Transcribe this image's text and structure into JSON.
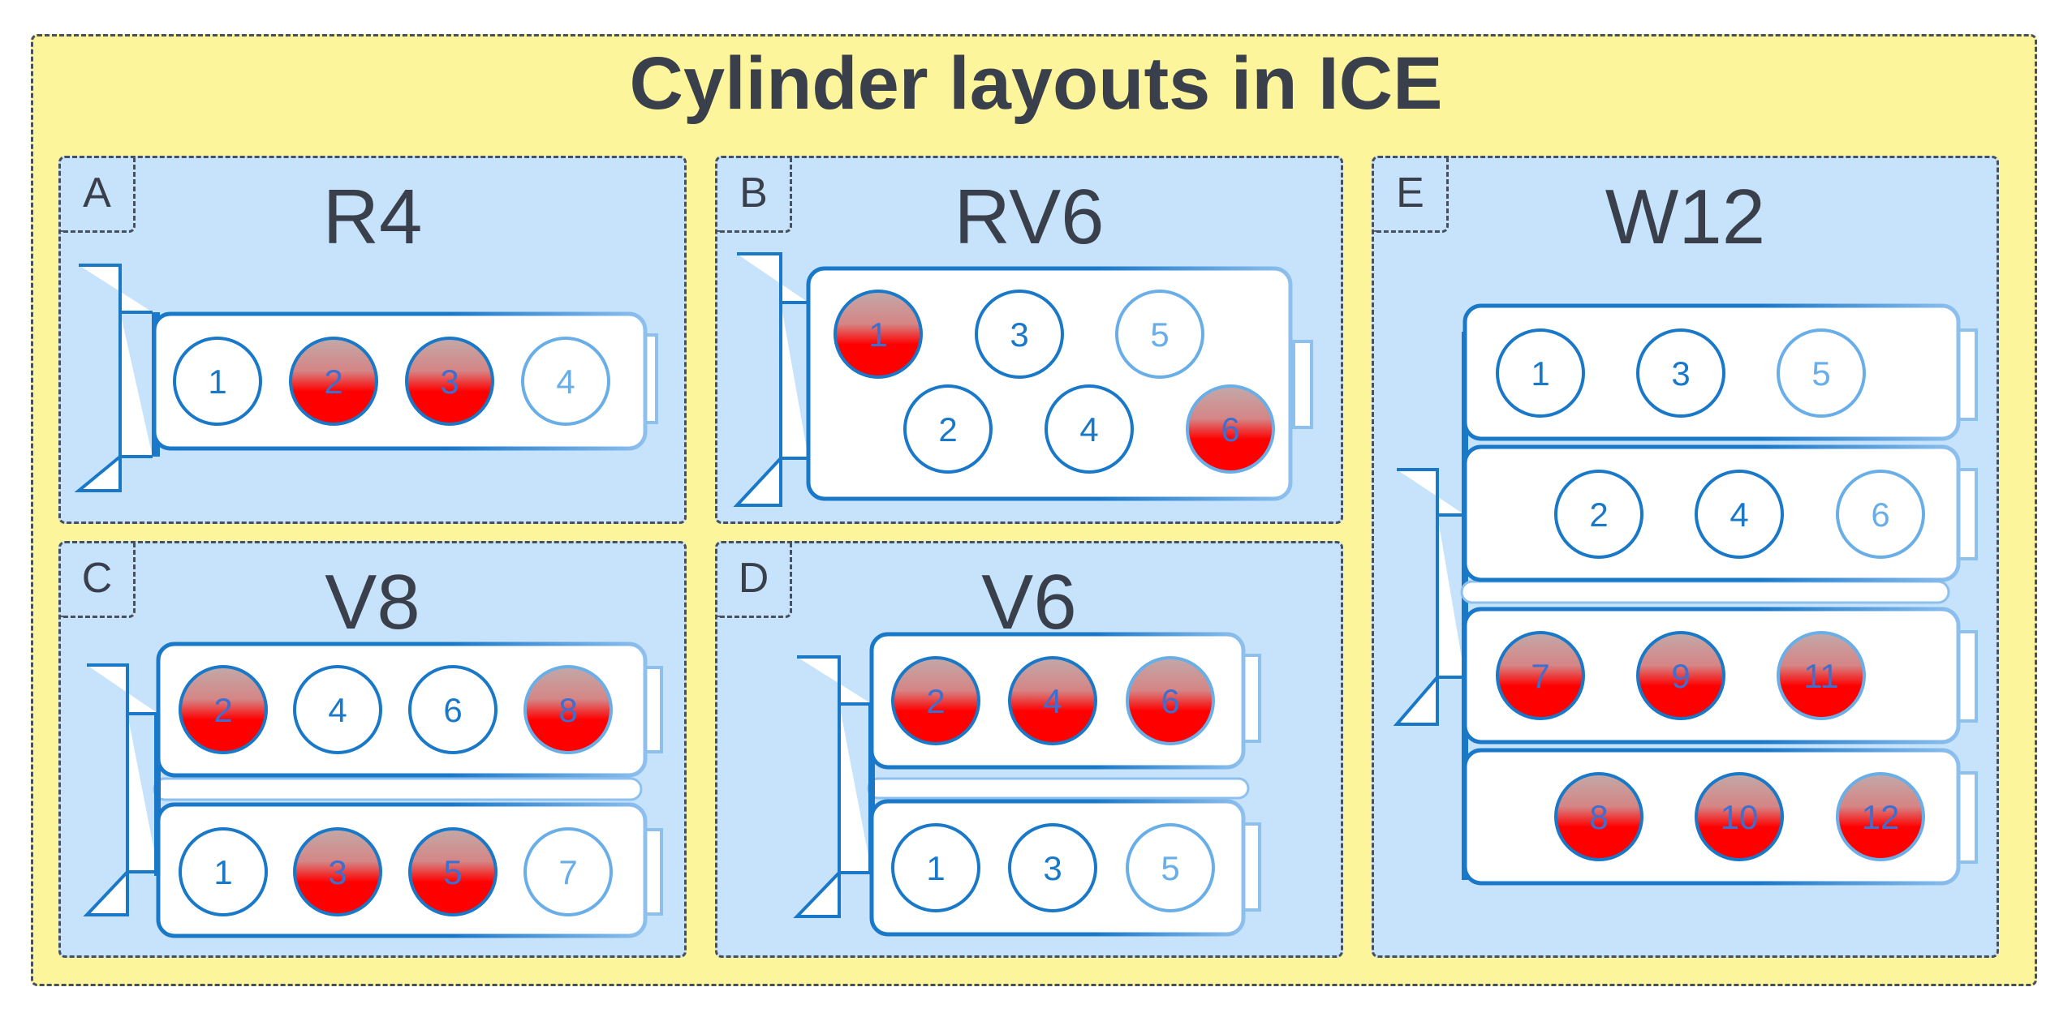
{
  "title": "Cylinder layouts in ICE",
  "colors": {
    "background": "#fdf59b",
    "panel": "#c7e3fb",
    "outline": "#1a78c8",
    "firing_cylinder": "#ff0000",
    "text": "#39404b"
  },
  "panels": [
    {
      "letter": "A",
      "name": "R4",
      "banks": [
        {
          "cylinders": [
            "1",
            "2",
            "3",
            "4"
          ]
        }
      ],
      "highlighted": [
        "2",
        "3"
      ]
    },
    {
      "letter": "B",
      "name": "RV6",
      "banks": [
        {
          "cylinders": [
            "1",
            "3",
            "5",
            "2",
            "4",
            "6"
          ]
        }
      ],
      "highlighted": [
        "1",
        "6"
      ]
    },
    {
      "letter": "C",
      "name": "V8",
      "banks": [
        {
          "cylinders": [
            "2",
            "4",
            "6",
            "8"
          ]
        },
        {
          "cylinders": [
            "1",
            "3",
            "5",
            "7"
          ]
        }
      ],
      "highlighted": [
        "2",
        "8",
        "3",
        "5"
      ]
    },
    {
      "letter": "D",
      "name": "V6",
      "banks": [
        {
          "cylinders": [
            "2",
            "4",
            "6"
          ]
        },
        {
          "cylinders": [
            "1",
            "3",
            "5"
          ]
        }
      ],
      "highlighted": [
        "2",
        "4",
        "6"
      ]
    },
    {
      "letter": "E",
      "name": "W12",
      "banks": [
        {
          "cylinders": [
            "1",
            "3",
            "5"
          ]
        },
        {
          "cylinders": [
            "2",
            "4",
            "6"
          ]
        },
        {
          "cylinders": [
            "7",
            "9",
            "11"
          ]
        },
        {
          "cylinders": [
            "8",
            "10",
            "12"
          ]
        }
      ],
      "highlighted": [
        "7",
        "9",
        "11",
        "8",
        "10",
        "12"
      ]
    }
  ]
}
